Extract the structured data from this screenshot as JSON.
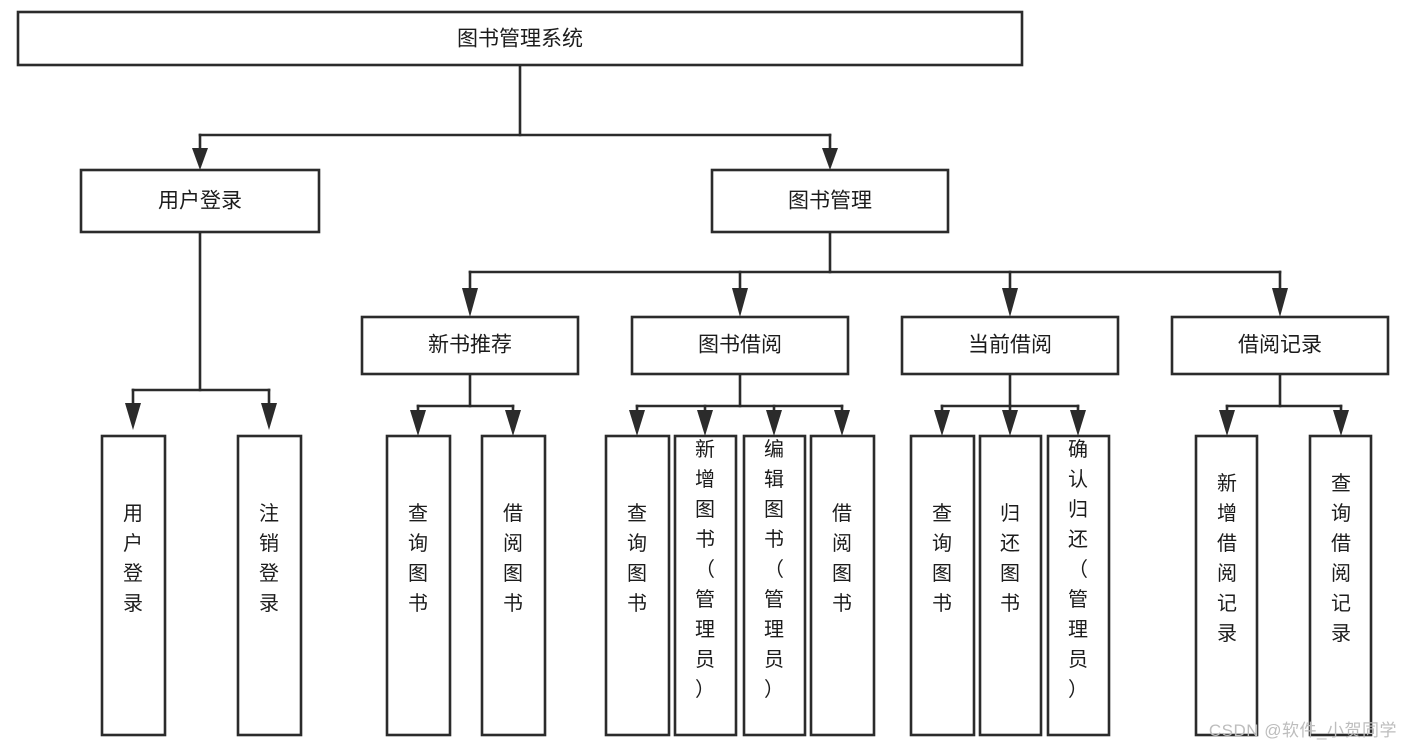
{
  "diagram": {
    "title": "图书管理系统",
    "watermark": "CSDN @软件_小贺同学",
    "colors": {
      "box_stroke": "#2b2b2b",
      "box_fill": "#ffffff",
      "text": "#1c1c1c",
      "watermark": "#bdbdbd",
      "background": "#ffffff"
    },
    "root": {
      "label": "图书管理系统"
    },
    "level2": [
      {
        "label": "用户登录"
      },
      {
        "label": "图书管理"
      }
    ],
    "level3": [
      {
        "label": "新书推荐"
      },
      {
        "label": "图书借阅"
      },
      {
        "label": "当前借阅"
      },
      {
        "label": "借阅记录"
      }
    ],
    "leaves": {
      "user_login": [
        {
          "label": "用户登录"
        },
        {
          "label": "注销登录"
        }
      ],
      "new_book_recommend": [
        {
          "label": "查询图书"
        },
        {
          "label": "借阅图书"
        }
      ],
      "book_borrow": [
        {
          "label": "查询图书"
        },
        {
          "label": "新增图书（管理员）"
        },
        {
          "label": "编辑图书（管理员）"
        },
        {
          "label": "借阅图书"
        }
      ],
      "current_borrow": [
        {
          "label": "查询图书"
        },
        {
          "label": "归还图书"
        },
        {
          "label": "确认归还（管理员）"
        }
      ],
      "borrow_record": [
        {
          "label": "新增借阅记录"
        },
        {
          "label": "查询借阅记录"
        }
      ]
    }
  }
}
